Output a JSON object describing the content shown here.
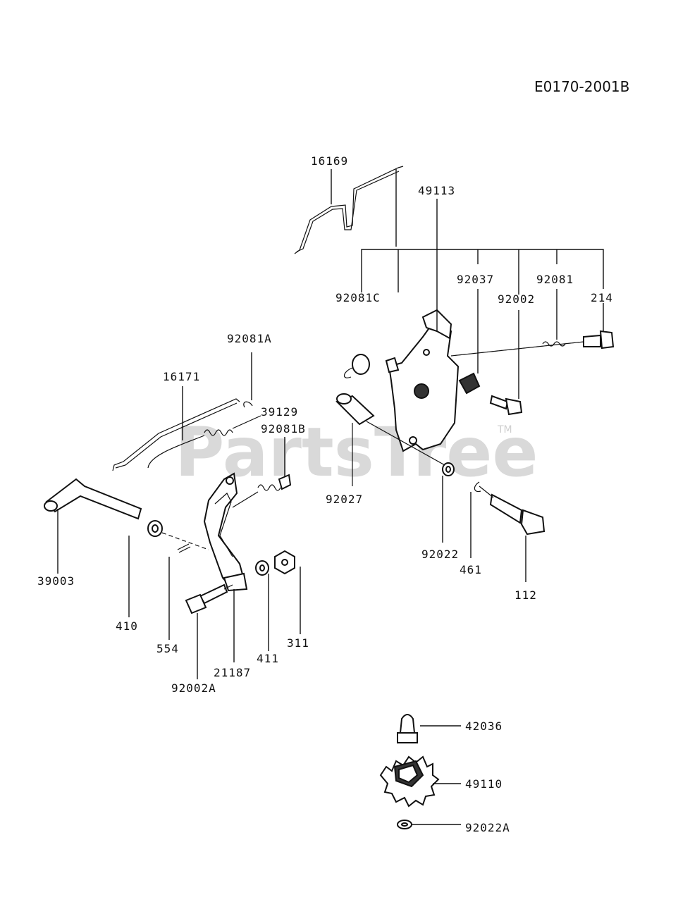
{
  "diagram_code": "E0170-2001B",
  "watermark": {
    "text": "PartsTree",
    "tm": "TM"
  },
  "parts": {
    "p16169": "16169",
    "p49113": "49113",
    "p92037": "92037",
    "p92081": "92081",
    "p92081c": "92081C",
    "p92002": "92002",
    "p214": "214",
    "p92081a": "92081A",
    "p16171": "16171",
    "p39129": "39129",
    "p92081b": "92081B",
    "p92027": "92027",
    "p92022": "92022",
    "p461": "461",
    "p112": "112",
    "p39003": "39003",
    "p410": "410",
    "p554": "554",
    "p411": "411",
    "p311": "311",
    "p21187": "21187",
    "p92002a": "92002A",
    "p42036": "42036",
    "p49110": "49110",
    "p92022a": "92022A"
  }
}
